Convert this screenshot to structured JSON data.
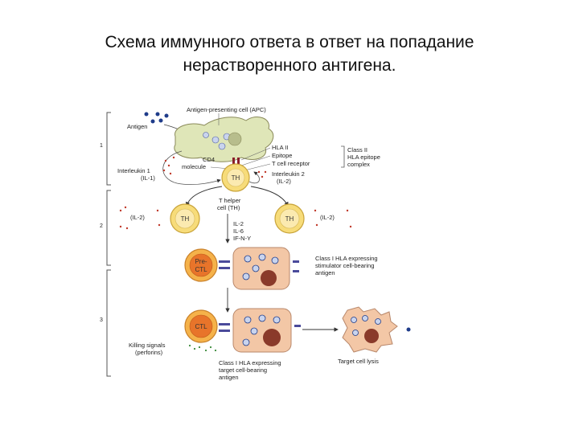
{
  "title": {
    "line1": "Схема иммунного ответа в ответ на попадание",
    "line2": "нерастворенного антигена."
  },
  "diagram": {
    "steps": [
      "1",
      "2",
      "3"
    ],
    "labels": {
      "apc": "Antigen-presenting cell (APC)",
      "antigen": "Antigen",
      "hla2": "HLA II",
      "epitope": "Epitope",
      "tcr": "T cell receptor",
      "cd4_1": "CD4",
      "cd4_2": "molecule",
      "il1_1": "Interleukin 1",
      "il1_2": "(IL-1)",
      "il2_1": "Interleukin 2",
      "il2_2": "(IL-2)",
      "class2_1": "Class II",
      "class2_2": "HLA  epitope",
      "class2_3": "complex",
      "thelper_1": "T  helper",
      "thelper_2": "cell (TH)",
      "il2_left": "(IL-2)",
      "il2_right": "(IL-2)",
      "cytokine_1": "IL-2",
      "cytokine_2": "IL-6",
      "cytokine_3": "IF-N-Y",
      "stim_1": "Class I HLA expressing",
      "stim_2": "stimulator cell-bearing",
      "stim_3": "antigen",
      "killing_1": "Killing signals",
      "killing_2": "(perforins)",
      "target_1": "Class I HLA expressing",
      "target_2": "target cell-bearing",
      "target_3": "antigen",
      "lysis": "Target cell lysis"
    },
    "cells": {
      "th": "TH",
      "th_left": "TH",
      "th_right": "TH",
      "pre_ctl_1": "Pre-",
      "pre_ctl_2": "CTL",
      "ctl": "CTL"
    }
  }
}
